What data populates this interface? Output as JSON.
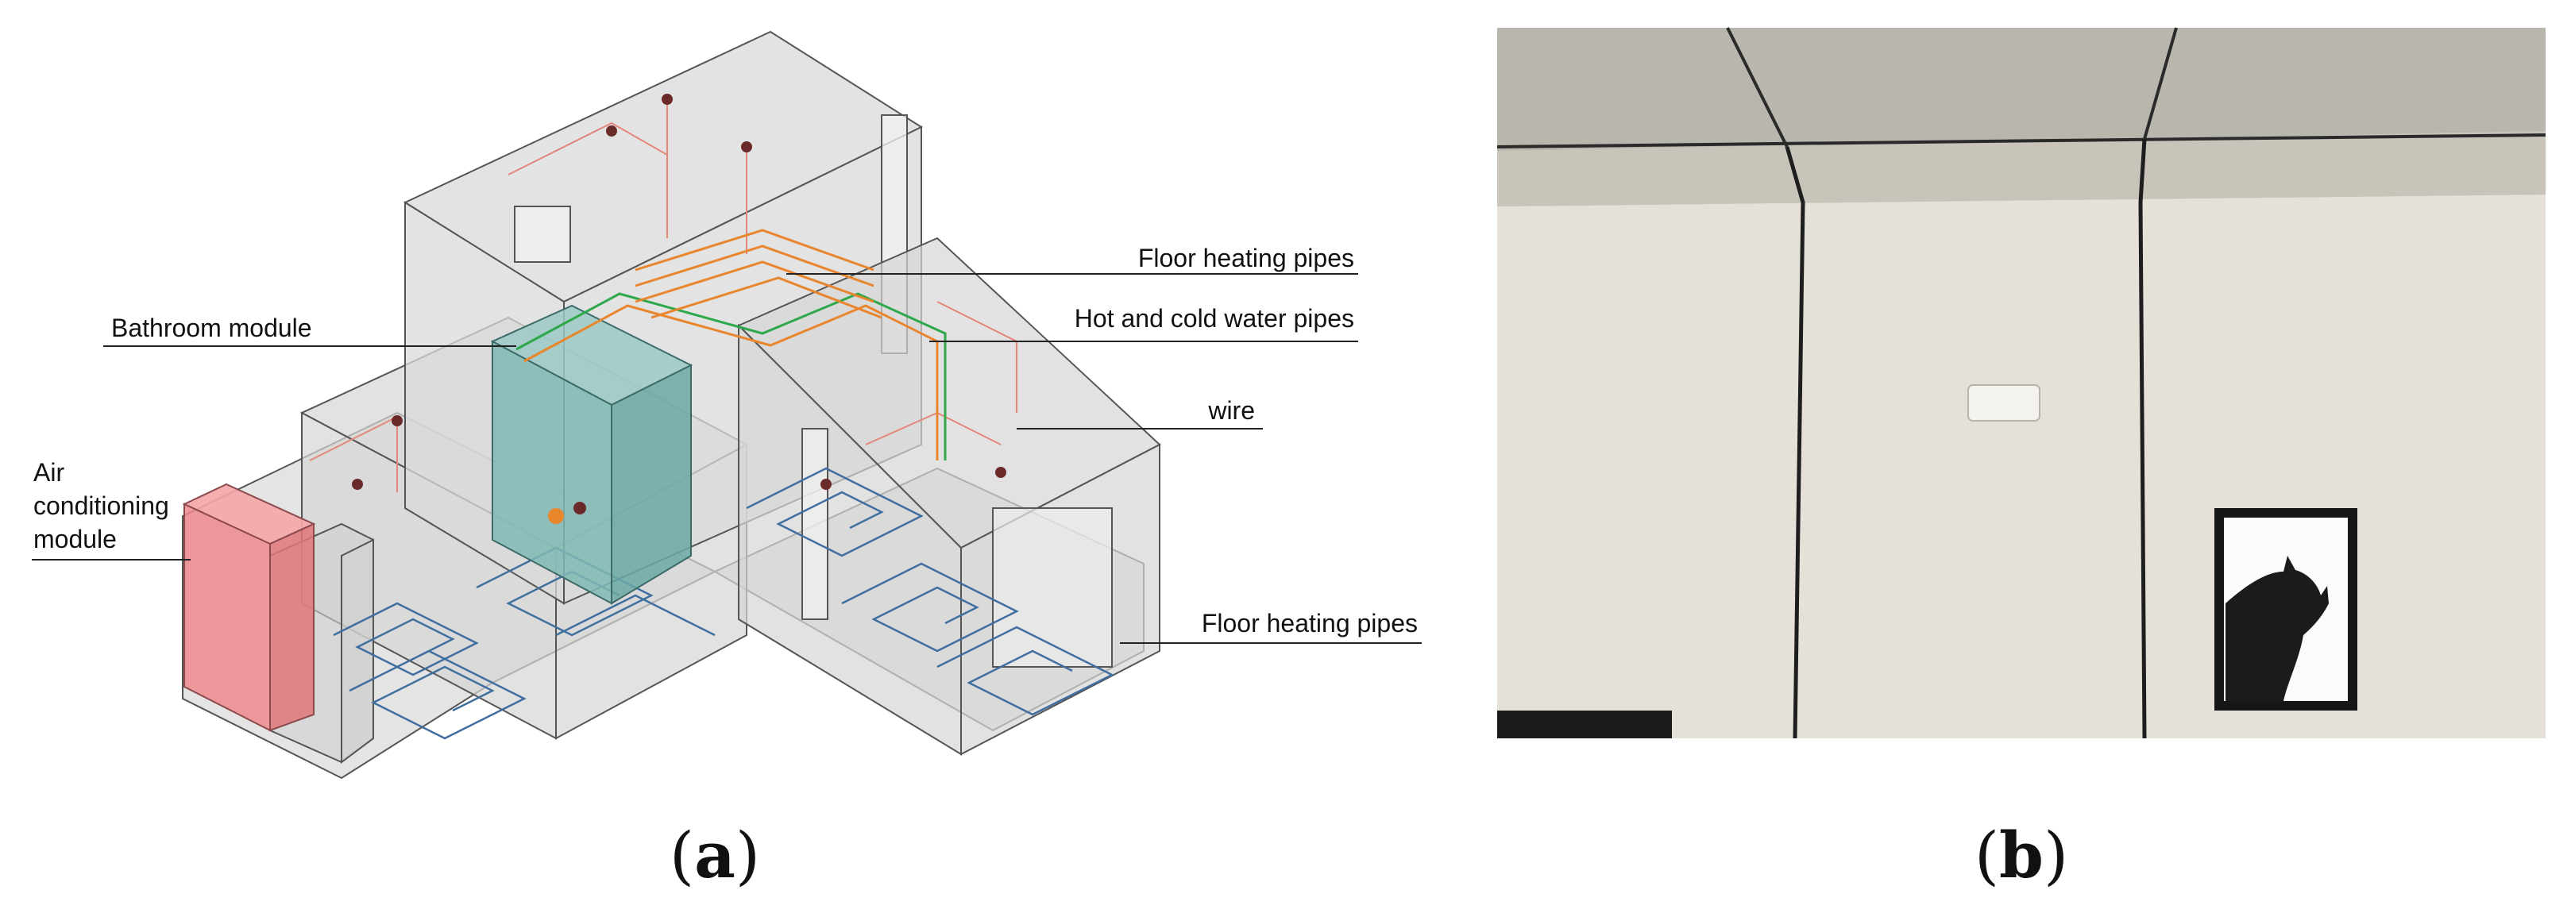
{
  "panel_a": {
    "label": "a",
    "callouts": {
      "floor_heating_top": "Floor heating pipes",
      "hot_cold_water": "Hot and cold water pipes",
      "bathroom_module": "Bathroom module",
      "wire": "wire",
      "air_conditioning": [
        "Air",
        "conditioning",
        "module"
      ],
      "floor_heating_bottom": "Floor heating pipes"
    }
  },
  "panel_b": {
    "label": "b"
  },
  "colors": {
    "room_fill": "#dcdcdc",
    "room_stroke": "#555555",
    "bathroom_fill": "#7fb8b4",
    "ac_fill": "#f08a8e",
    "floor_pipe": "#3f6f9f",
    "wire": "#e5867a",
    "hot_pipe": "#e8862e",
    "cold_pipe": "#2ea84a",
    "photo_wall": "#e6e1d8",
    "photo_ceiling": "#b9b7ad"
  }
}
